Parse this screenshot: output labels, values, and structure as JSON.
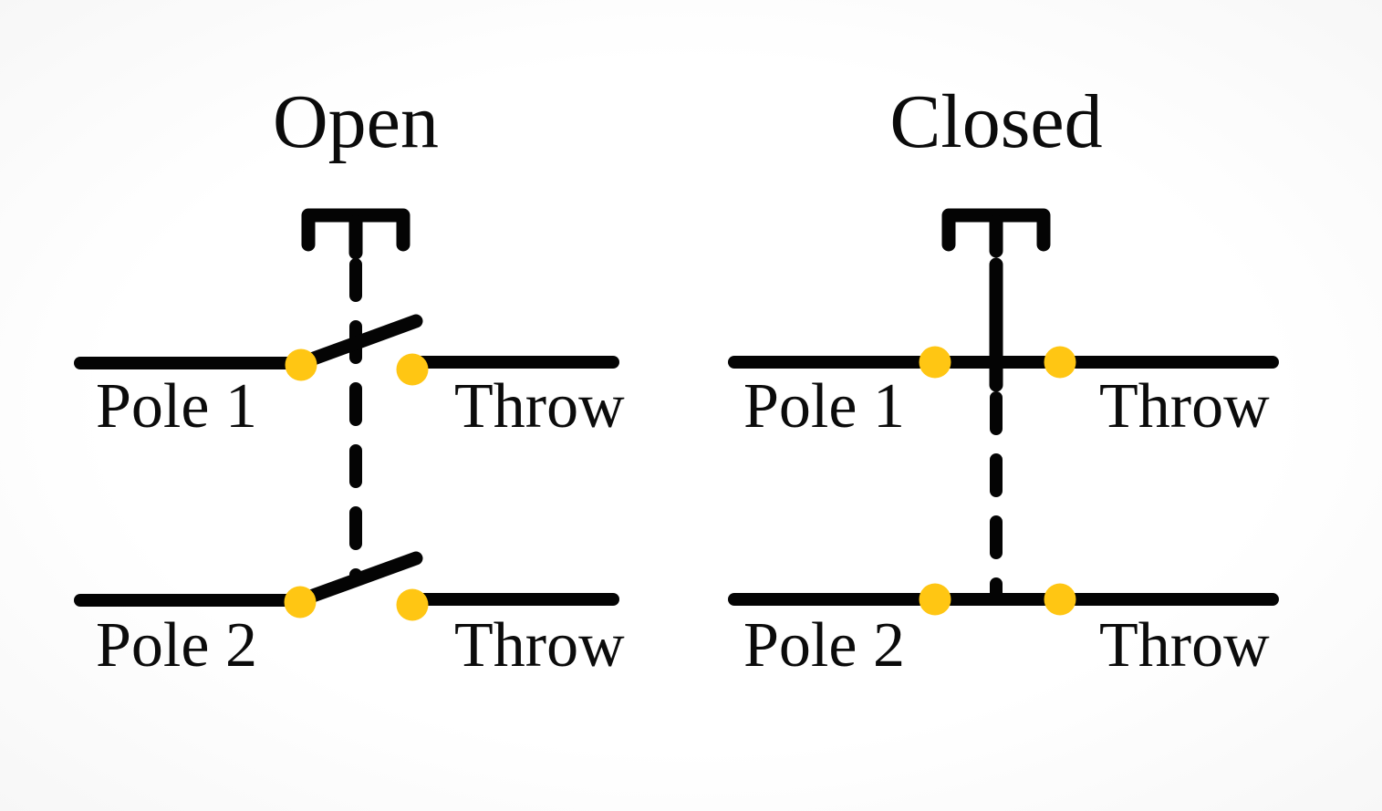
{
  "figure": {
    "type": "circuit-switch-diagram",
    "subject": "Double-pole single-throw switch states"
  },
  "colors": {
    "wire": "#040404",
    "terminal_fill": "#FFC613",
    "terminal_stroke": "#000000",
    "background": "#FCFCFC",
    "text": "#0B0B0B"
  },
  "diagrams": {
    "open": {
      "title": "Open",
      "state": "open",
      "rows": [
        {
          "pole_label": "Pole 1",
          "throw_label": "Throw"
        },
        {
          "pole_label": "Pole 2",
          "throw_label": "Throw"
        }
      ]
    },
    "closed": {
      "title": "Closed",
      "state": "closed",
      "rows": [
        {
          "pole_label": "Pole 1",
          "throw_label": "Throw"
        },
        {
          "pole_label": "Pole 2",
          "throw_label": "Throw"
        }
      ]
    }
  }
}
